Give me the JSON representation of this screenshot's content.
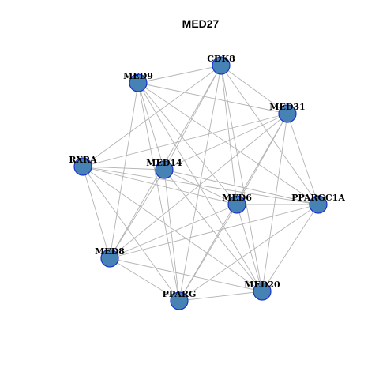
{
  "title": "MED27",
  "node_color": "#4682b4",
  "node_border_color": "#1a33cc",
  "edge_color": "#b3b3b3",
  "nodes": [
    {
      "id": "CDK8",
      "label": "CDK8"
    },
    {
      "id": "MED9",
      "label": "MED9"
    },
    {
      "id": "MED31",
      "label": "MED31"
    },
    {
      "id": "RXRA",
      "label": "RXRA"
    },
    {
      "id": "MED14",
      "label": "MED14"
    },
    {
      "id": "PPARGC1A",
      "label": "PPARGC1A"
    },
    {
      "id": "MED6",
      "label": "MED6"
    },
    {
      "id": "MED8",
      "label": "MED8"
    },
    {
      "id": "MED20",
      "label": "MED20"
    },
    {
      "id": "PPARG",
      "label": "PPARG"
    }
  ],
  "edges": [
    [
      "CDK8",
      "MED9"
    ],
    [
      "CDK8",
      "MED31"
    ],
    [
      "CDK8",
      "RXRA"
    ],
    [
      "CDK8",
      "MED14"
    ],
    [
      "CDK8",
      "PPARGC1A"
    ],
    [
      "CDK8",
      "MED6"
    ],
    [
      "CDK8",
      "MED8"
    ],
    [
      "CDK8",
      "MED20"
    ],
    [
      "CDK8",
      "PPARG"
    ],
    [
      "MED9",
      "MED31"
    ],
    [
      "MED9",
      "MED14"
    ],
    [
      "MED9",
      "PPARGC1A"
    ],
    [
      "MED9",
      "MED6"
    ],
    [
      "MED9",
      "MED8"
    ],
    [
      "MED9",
      "MED20"
    ],
    [
      "MED9",
      "PPARG"
    ],
    [
      "MED31",
      "RXRA"
    ],
    [
      "MED31",
      "MED14"
    ],
    [
      "MED31",
      "PPARGC1A"
    ],
    [
      "MED31",
      "MED6"
    ],
    [
      "MED31",
      "MED8"
    ],
    [
      "MED31",
      "MED20"
    ],
    [
      "MED31",
      "PPARG"
    ],
    [
      "RXRA",
      "MED14"
    ],
    [
      "RXRA",
      "PPARGC1A"
    ],
    [
      "RXRA",
      "MED6"
    ],
    [
      "RXRA",
      "MED8"
    ],
    [
      "RXRA",
      "MED20"
    ],
    [
      "RXRA",
      "PPARG"
    ],
    [
      "MED14",
      "PPARGC1A"
    ],
    [
      "MED14",
      "MED6"
    ],
    [
      "MED14",
      "MED8"
    ],
    [
      "MED14",
      "MED20"
    ],
    [
      "MED14",
      "PPARG"
    ],
    [
      "PPARGC1A",
      "MED6"
    ],
    [
      "PPARGC1A",
      "MED8"
    ],
    [
      "PPARGC1A",
      "MED20"
    ],
    [
      "PPARGC1A",
      "PPARG"
    ],
    [
      "MED6",
      "MED8"
    ],
    [
      "MED6",
      "MED20"
    ],
    [
      "MED6",
      "PPARG"
    ],
    [
      "MED8",
      "MED20"
    ],
    [
      "MED8",
      "PPARG"
    ],
    [
      "MED20",
      "PPARG"
    ]
  ]
}
